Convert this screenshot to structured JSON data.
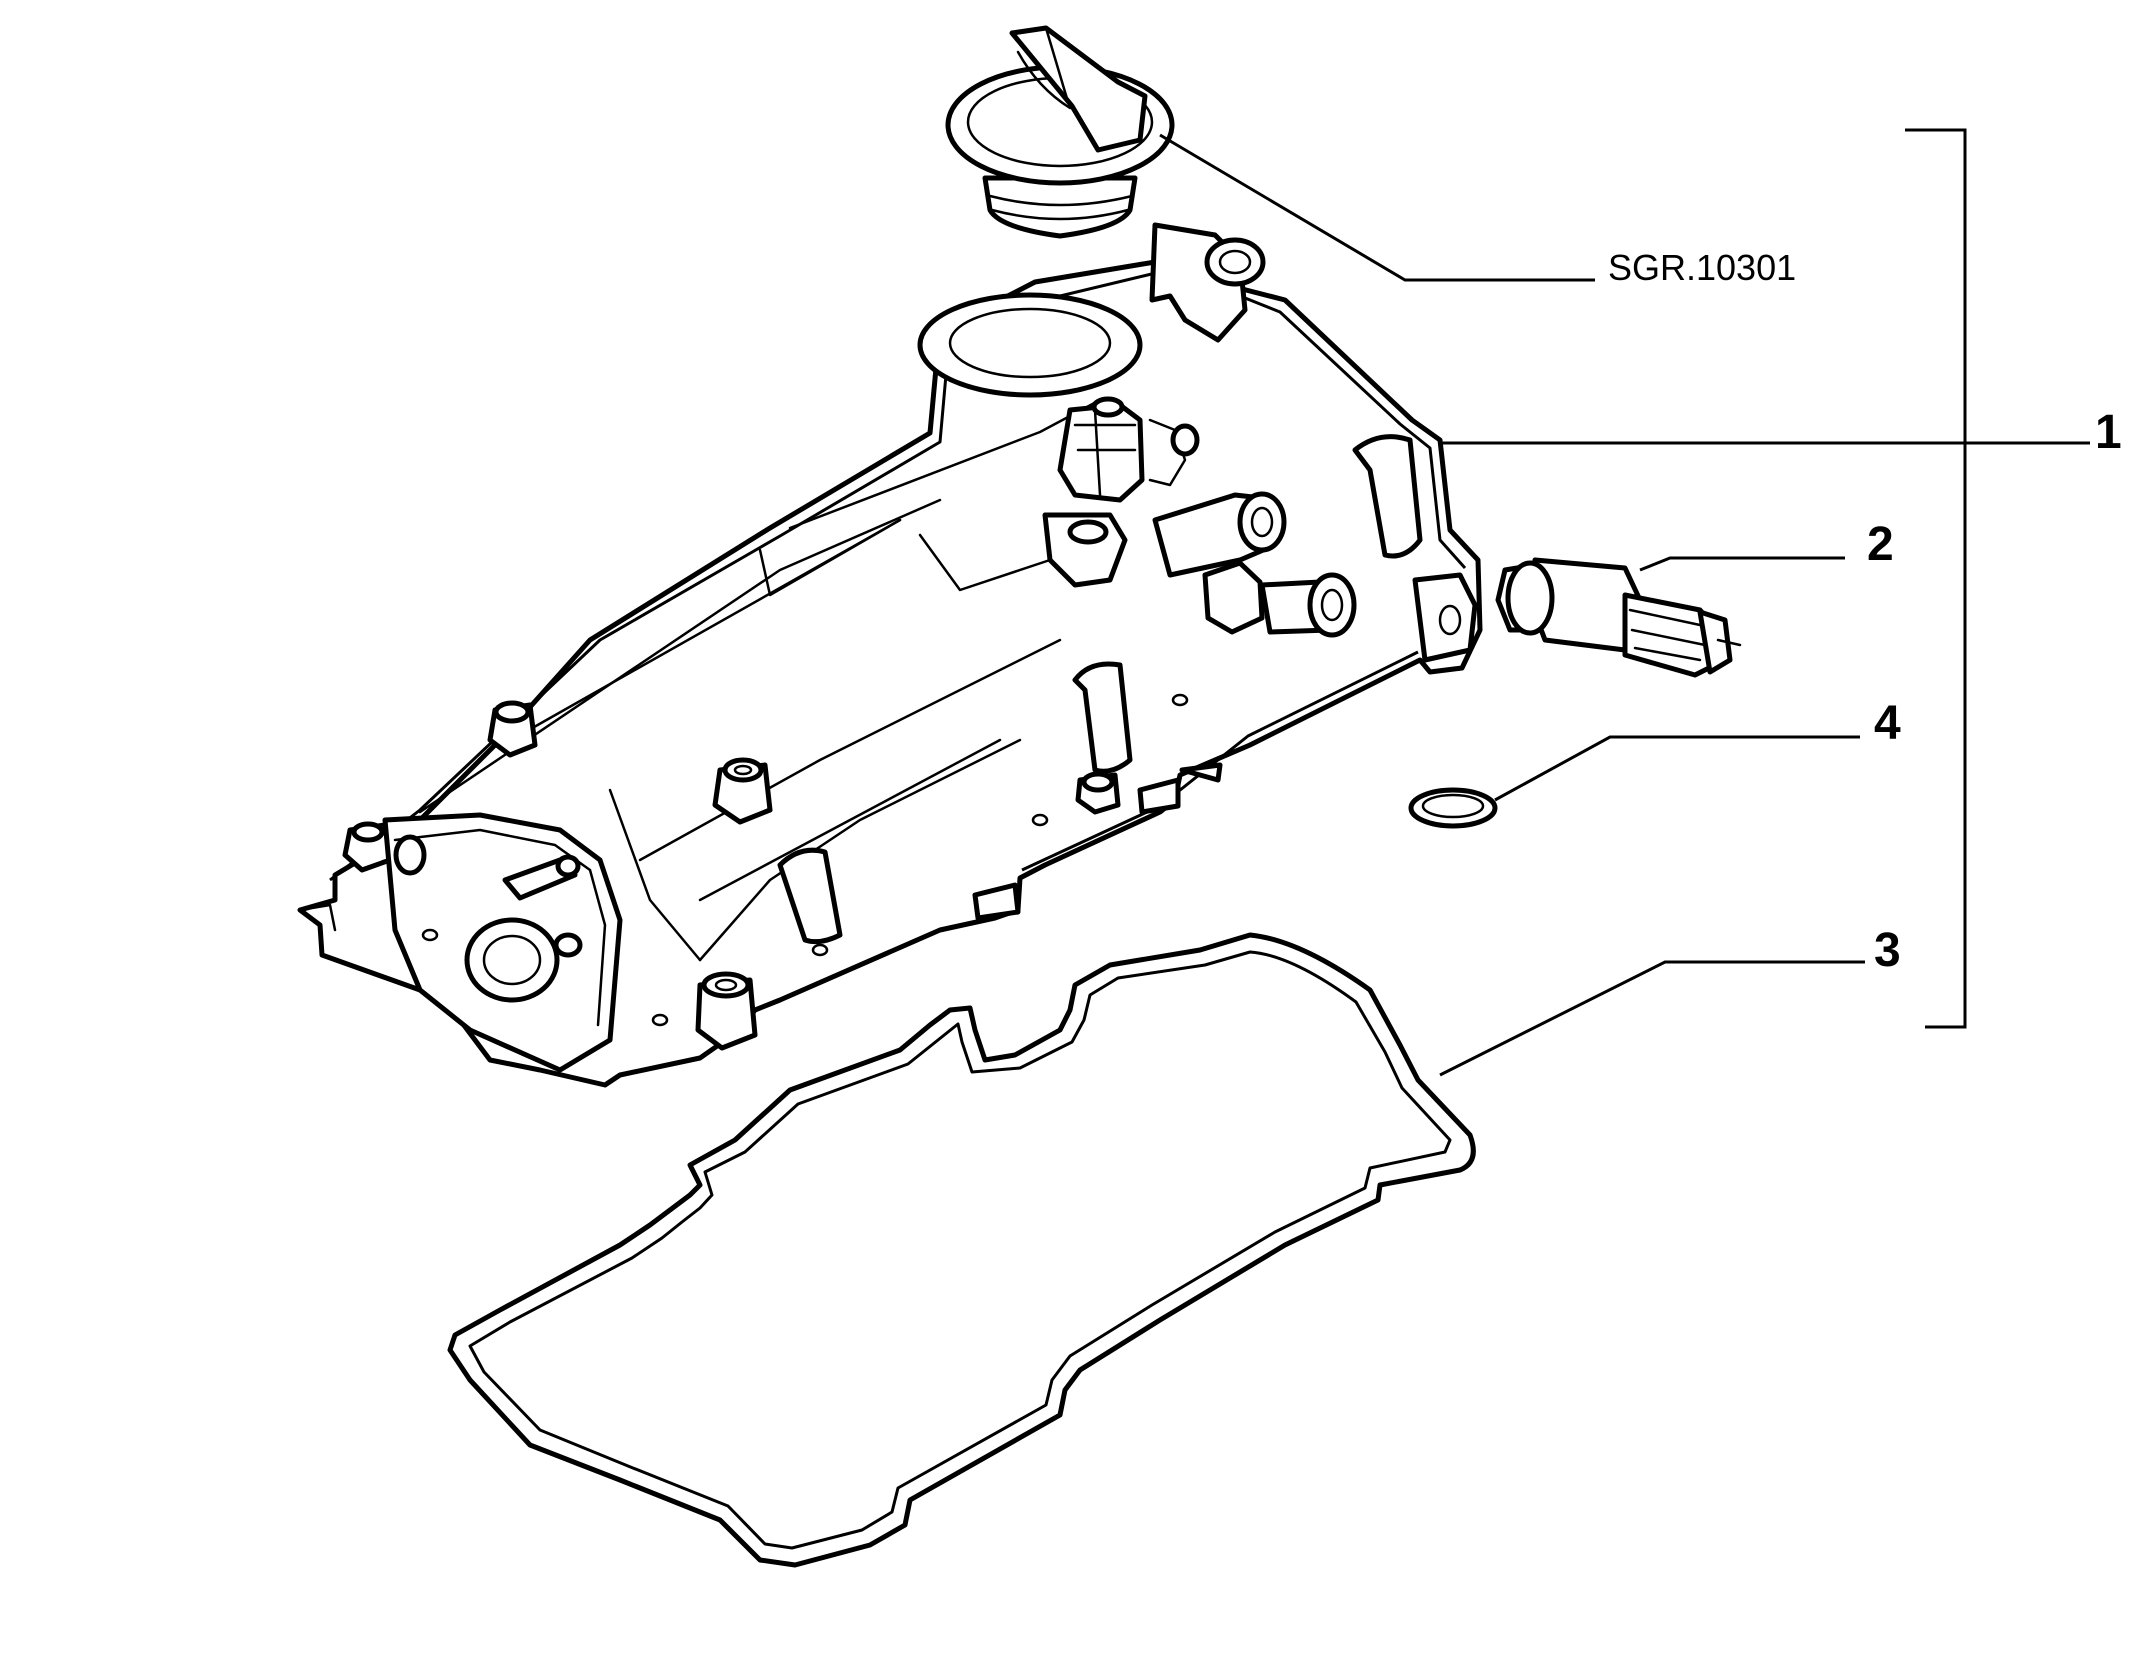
{
  "diagram": {
    "reference_code": "SGR.10301",
    "callouts": [
      {
        "id": "1",
        "label": "1"
      },
      {
        "id": "2",
        "label": "2"
      },
      {
        "id": "3",
        "label": "3"
      },
      {
        "id": "4",
        "label": "4"
      }
    ]
  }
}
